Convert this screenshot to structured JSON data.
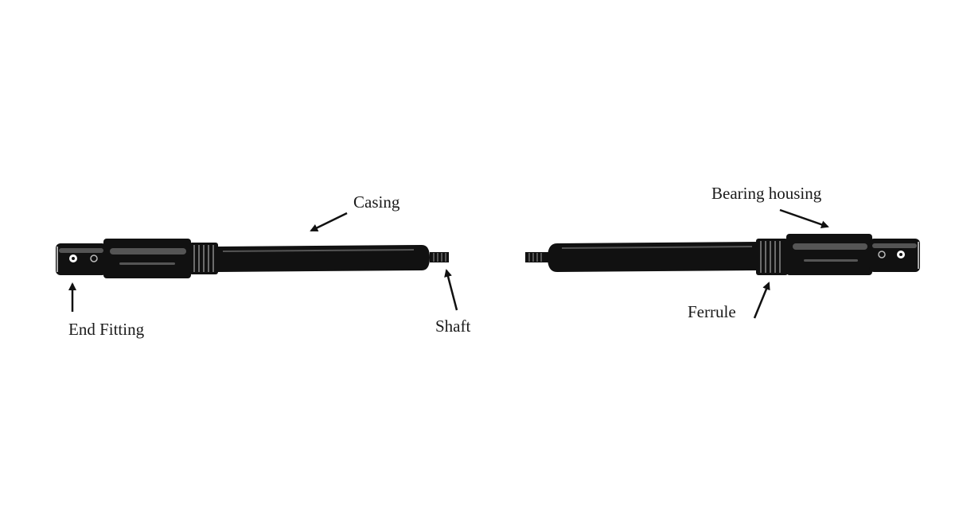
{
  "labels": {
    "casing": "Casing",
    "bearing_housing": "Bearing housing",
    "end_fitting": "End Fitting",
    "shaft": "Shaft",
    "ferrule": "Ferrule"
  },
  "colors": {
    "ink": "#111111",
    "background": "#ffffff",
    "highlight": "#9a9a9a"
  }
}
